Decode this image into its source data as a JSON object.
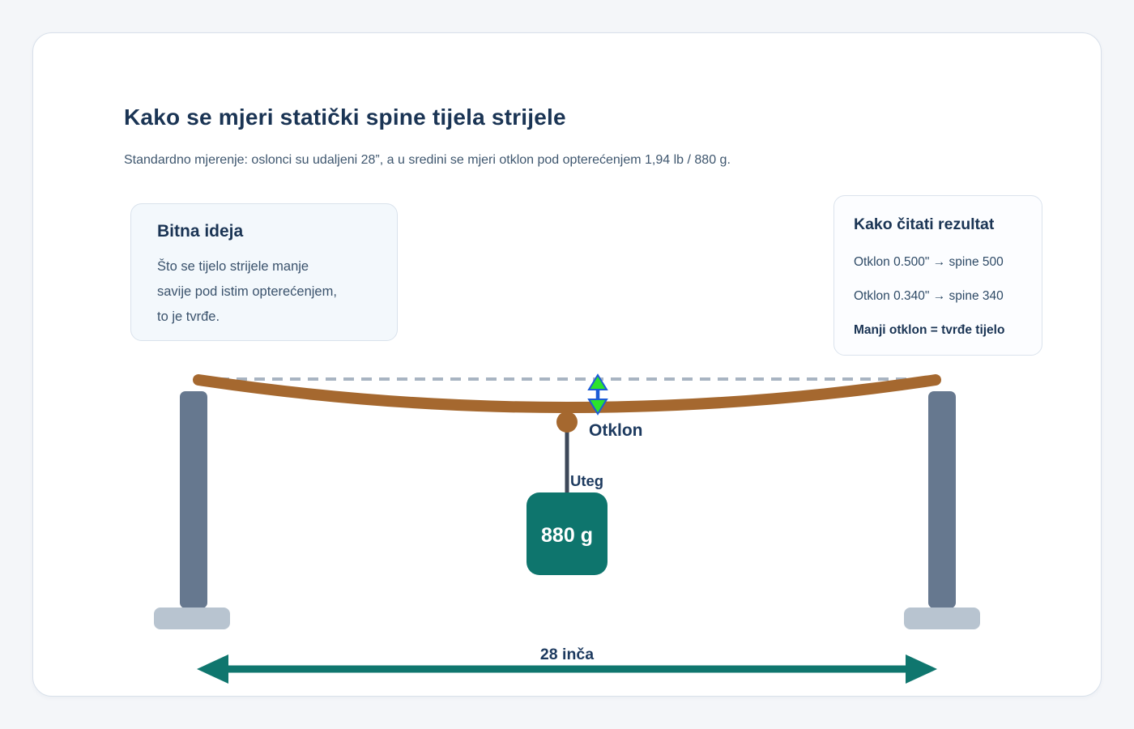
{
  "page": {
    "title": "Kako se mjeri statički spine tijela strijele",
    "subtitle": "Standardno mjerenje: oslonci su udaljeni 28”, a u sredini se mjeri otklon pod opterećenjem 1,94 lb / 880 g."
  },
  "idea_box": {
    "title": "Bitna ideja",
    "lines": [
      "Što se tijelo strijele manje",
      "savije pod istim opterećenjem,",
      "to je tvrđe."
    ]
  },
  "result_box": {
    "title": "Kako čitati rezultat",
    "lines": [
      "Otklon 0.500\" → spine 500",
      "Otklon 0.340\" → spine 340"
    ],
    "bold_line": "Manji otklon = tvrđe tijelo"
  },
  "diagram": {
    "deflection_label": "Otklon",
    "string_label": "Uteg",
    "weight_label": "880 g",
    "span_label": "28 inča"
  },
  "colors": {
    "shaft_brown": "#a5682f",
    "post_gray": "#66788f",
    "base_gray": "#b8c4d0",
    "weight_teal": "#0e756d",
    "span_arrow_teal": "#0f766e",
    "deflection_green": "#2ce32c",
    "deflection_blue": "#1c5cd6",
    "dashed_reference_gray": "#a8b4c2",
    "navy_text": "#1a3454",
    "string_gray": "#3d4859"
  }
}
